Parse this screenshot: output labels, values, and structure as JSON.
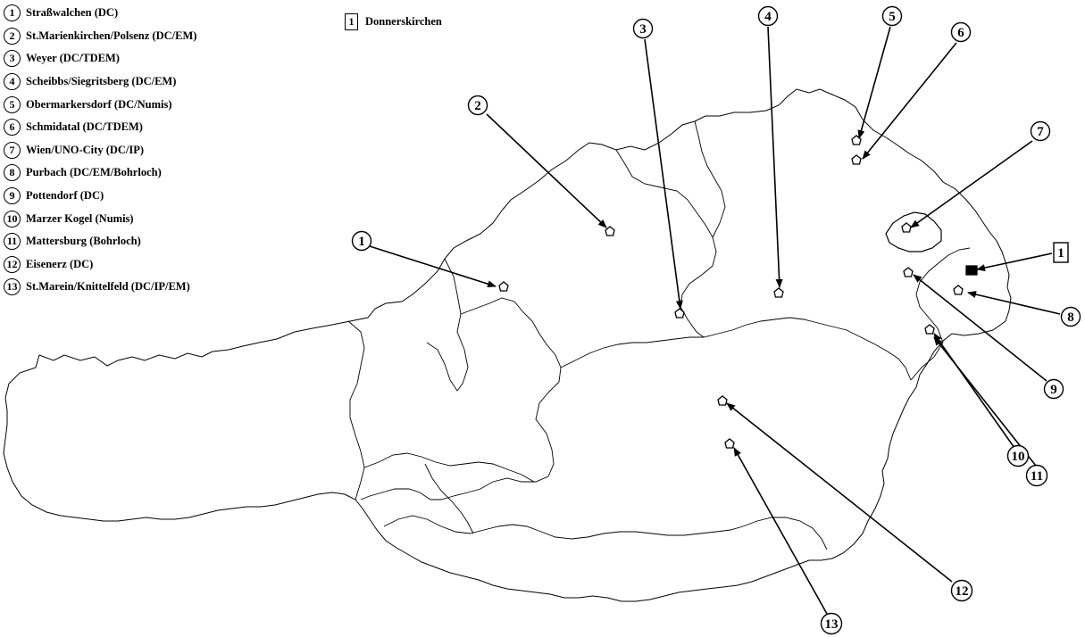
{
  "legend": {
    "items": [
      {
        "num": "1",
        "label": "Straßwalchen (DC)"
      },
      {
        "num": "2",
        "label": "St.Marienkirchen/Polsenz (DC/EM)"
      },
      {
        "num": "3",
        "label": "Weyer (DC/TDEM)"
      },
      {
        "num": "4",
        "label": "Scheibbs/Siegritsberg (DC/EM)"
      },
      {
        "num": "5",
        "label": "Obermarkersdorf (DC/Numis)"
      },
      {
        "num": "6",
        "label": "Schmidatal (DC/TDEM)"
      },
      {
        "num": "7",
        "label": "Wien/UNO-City (DC/IP)"
      },
      {
        "num": "8",
        "label": "Purbach (DC/EM/Bohrloch)"
      },
      {
        "num": "9",
        "label": "Pottendorf (DC)"
      },
      {
        "num": "10",
        "label": "Marzer Kogel (Numis)"
      },
      {
        "num": "11",
        "label": "Mattersburg (Bohrloch)"
      },
      {
        "num": "12",
        "label": "Eisenerz (DC)"
      },
      {
        "num": "13",
        "label": "St.Marein/Knittelfeld (DC/IP/EM)"
      }
    ]
  },
  "special_site": {
    "num": "1",
    "label": "Donnerskirchen"
  },
  "map": {
    "callouts": [
      "1",
      "2",
      "3",
      "4",
      "5",
      "6",
      "7",
      "8",
      "9",
      "10",
      "11",
      "12",
      "13"
    ],
    "special_callout": "1"
  }
}
